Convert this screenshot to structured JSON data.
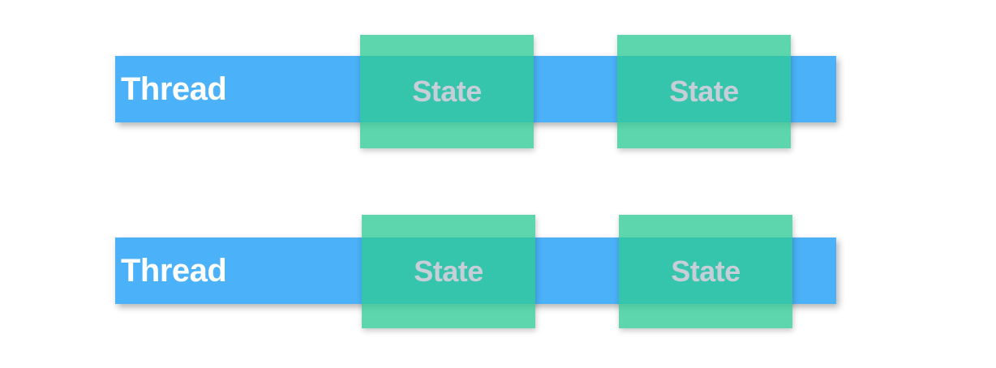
{
  "diagram": {
    "background": "#ffffff",
    "colors": {
      "bar_fill": "#4BB1F8",
      "state_fill": "rgba(47, 201, 150, 0.78)",
      "thread_text_color": "#FFFFFF",
      "state_text_color": "#C6CFD8"
    },
    "rows": [
      {
        "thread_label": "Thread",
        "states": [
          {
            "label": "State"
          },
          {
            "label": "State"
          }
        ]
      },
      {
        "thread_label": "Thread",
        "states": [
          {
            "label": "State"
          },
          {
            "label": "State"
          }
        ]
      }
    ]
  }
}
